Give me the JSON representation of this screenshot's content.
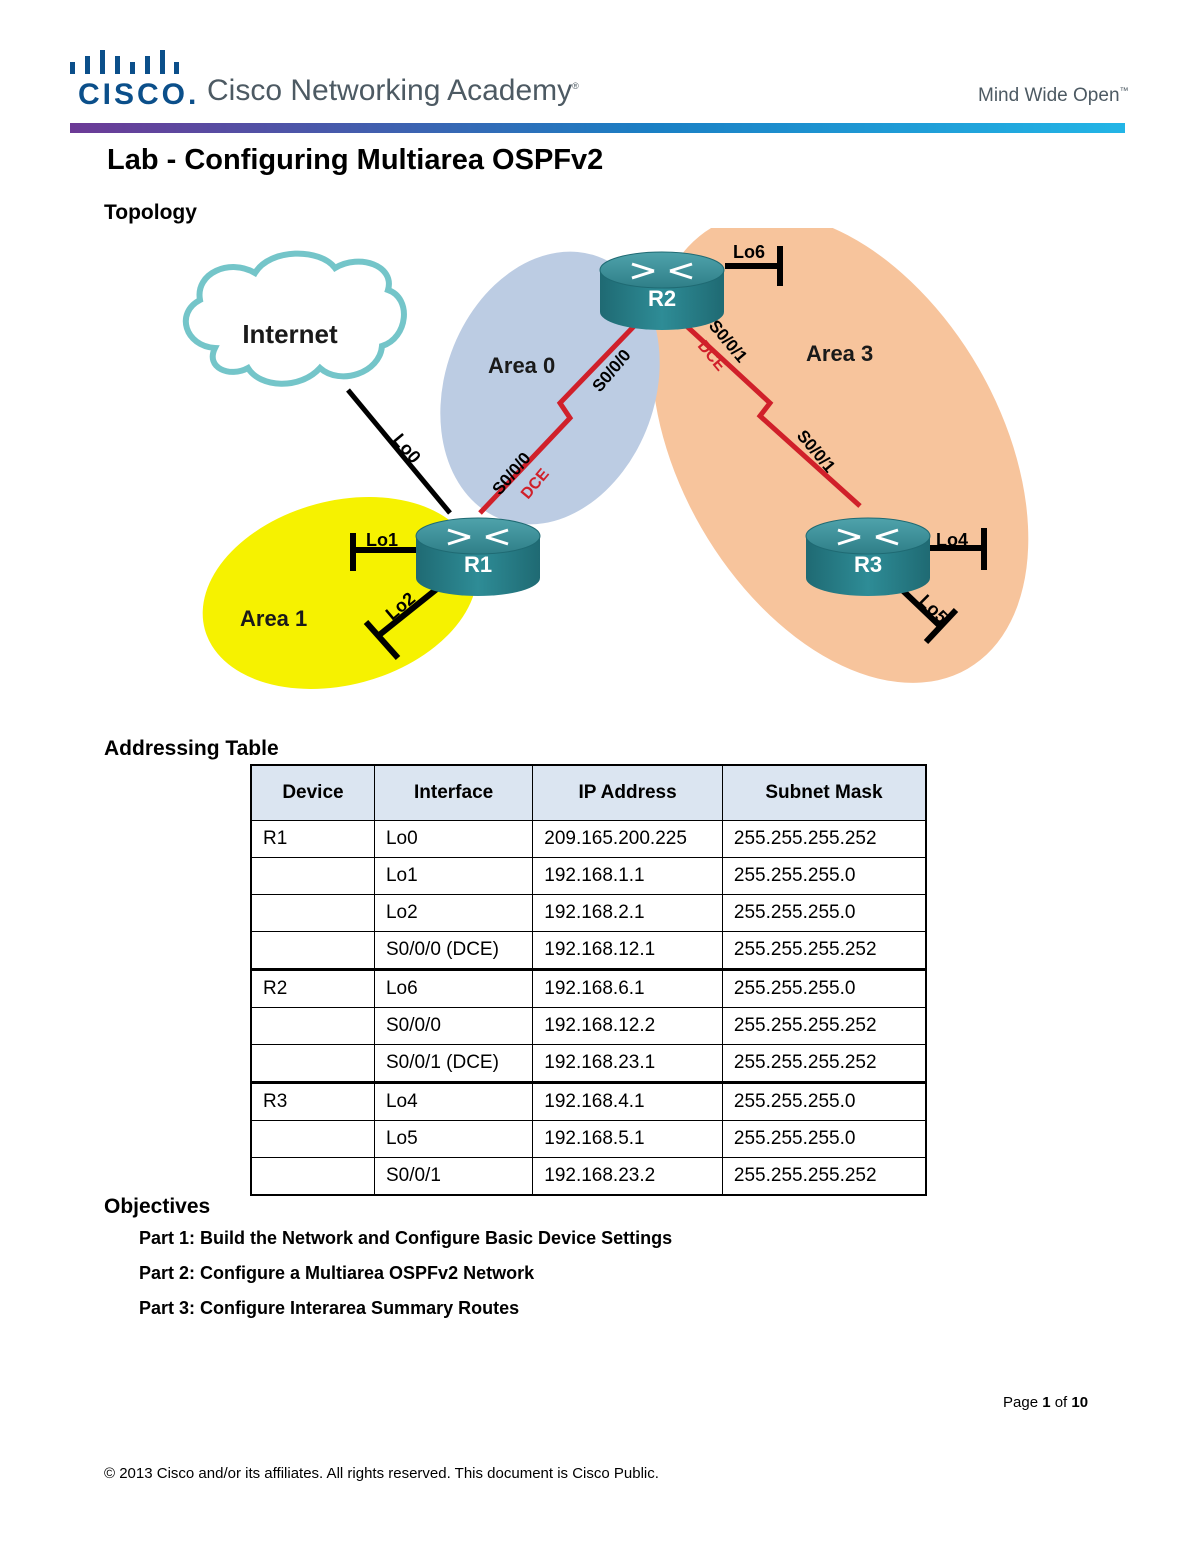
{
  "header": {
    "logo_word": "CISCO.",
    "academy": "Cisco Networking Academy",
    "academy_mark": "®",
    "tagline": "Mind Wide Open",
    "tagline_mark": "™",
    "bar_colors": [
      "#6c3a96",
      "#1a7fc4",
      "#23b5e6"
    ]
  },
  "title": "Lab - Configuring Multiarea OSPFv2",
  "topology": {
    "heading": "Topology",
    "cloud_label": "Internet",
    "routers": [
      "R1",
      "R2",
      "R3"
    ],
    "areas": [
      "Area 0",
      "Area 1",
      "Area 3"
    ],
    "area_colors": {
      "area0": "#bccce3",
      "area1": "#f6f200",
      "area3": "#f7c49c"
    },
    "links": {
      "r1_internet": "Lo0",
      "r1_r2_r1side": "S0/0/0",
      "r1_r2_r2side": "S0/0/0",
      "r2_r3_r2side": "S0/0/1",
      "r2_r3_r3side": "S0/0/1",
      "dce": "DCE"
    },
    "loopbacks": [
      "Lo1",
      "Lo2",
      "Lo6",
      "Lo4",
      "Lo5"
    ],
    "serial_color": "#d0202a"
  },
  "addressing": {
    "heading": "Addressing Table",
    "columns": [
      "Device",
      "Interface",
      "IP Address",
      "Subnet Mask"
    ],
    "rows": [
      [
        "R1",
        "Lo0",
        "209.165.200.225",
        "255.255.255.252"
      ],
      [
        "",
        "Lo1",
        "192.168.1.1",
        "255.255.255.0"
      ],
      [
        "",
        "Lo2",
        "192.168.2.1",
        "255.255.255.0"
      ],
      [
        "",
        "S0/0/0 (DCE)",
        "192.168.12.1",
        "255.255.255.252"
      ],
      [
        "R2",
        "Lo6",
        "192.168.6.1",
        "255.255.255.0"
      ],
      [
        "",
        "S0/0/0",
        "192.168.12.2",
        "255.255.255.252"
      ],
      [
        "",
        "S0/0/1 (DCE)",
        "192.168.23.1",
        "255.255.255.252"
      ],
      [
        "R3",
        "Lo4",
        "192.168.4.1",
        "255.255.255.0"
      ],
      [
        "",
        "Lo5",
        "192.168.5.1",
        "255.255.255.0"
      ],
      [
        "",
        "S0/0/1",
        "192.168.23.2",
        "255.255.255.252"
      ]
    ]
  },
  "objectives": {
    "heading": "Objectives",
    "parts": [
      "Part 1: Build the Network and Configure Basic Device Settings",
      "Part 2: Configure a Multiarea OSPFv2 Network",
      "Part 3: Configure Interarea Summary Routes"
    ]
  },
  "footer": {
    "page_prefix": "Page ",
    "page_num": "1",
    "page_of": " of ",
    "page_total": "10",
    "copyright": "© 2013 Cisco and/or its affiliates. All rights reserved. This document is Cisco Public."
  }
}
